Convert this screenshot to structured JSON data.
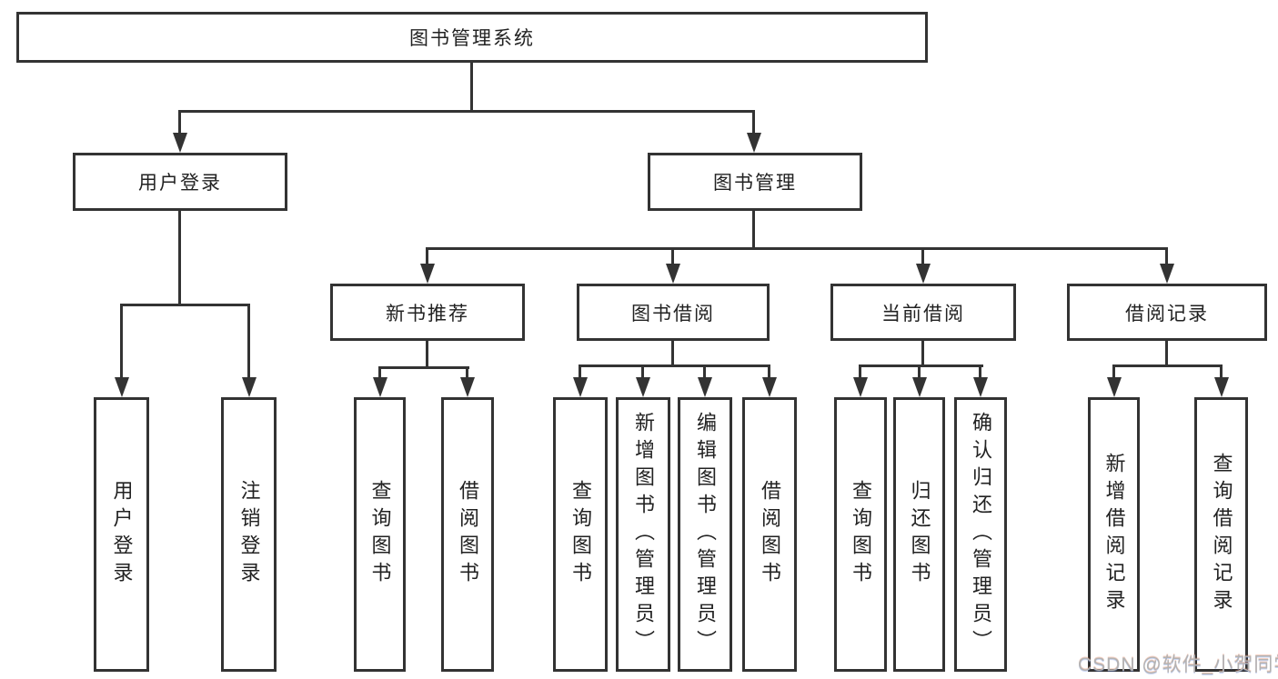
{
  "diagram_title": "图书管理系统",
  "tree": {
    "root": {
      "label": "图书管理系统"
    },
    "branches": [
      {
        "label": "用户登录",
        "children": [
          {
            "label": "用户登录"
          },
          {
            "label": "注销登录"
          }
        ]
      },
      {
        "label": "图书管理",
        "children": [
          {
            "label": "新书推荐",
            "children": [
              {
                "label": "查询图书"
              },
              {
                "label": "借阅图书"
              }
            ]
          },
          {
            "label": "图书借阅",
            "children": [
              {
                "label": "查询图书"
              },
              {
                "label": "新增图书（管理员）"
              },
              {
                "label": "编辑图书（管理员）"
              },
              {
                "label": "借阅图书"
              }
            ]
          },
          {
            "label": "当前借阅",
            "children": [
              {
                "label": "查询图书"
              },
              {
                "label": "归还图书"
              },
              {
                "label": "确认归还（管理员）"
              }
            ]
          },
          {
            "label": "借阅记录",
            "children": [
              {
                "label": "新增借阅记录"
              },
              {
                "label": "查询借阅记录"
              }
            ]
          }
        ]
      }
    ]
  },
  "watermark": {
    "text": "CSDN @软件_小贺同学"
  },
  "colors": {
    "line": "#333333",
    "text": "#222222",
    "background": "#ffffff",
    "watermark": "#b3b3b3"
  }
}
